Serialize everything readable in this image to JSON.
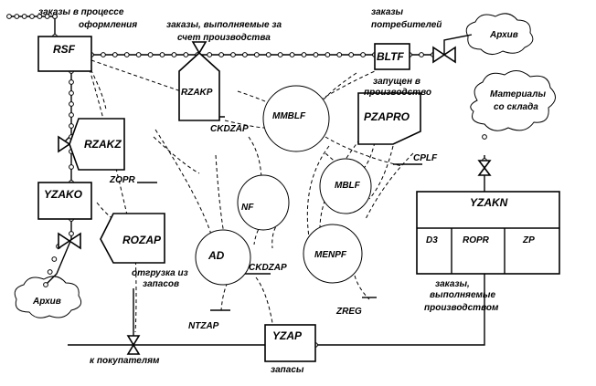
{
  "nodes": {
    "rsf": "RSF",
    "bltf": "BLTF",
    "rzakp": "RZAKP",
    "rzakz": "RZAKZ",
    "yzako": "YZAKO",
    "rozap": "ROZAP",
    "pzapro": "PZAPRO",
    "mmblf": "MMBLF",
    "mblf": "MBLF",
    "nf": "NF",
    "ad": "AD",
    "menpf": "MENPF",
    "yzakn": "YZAKN",
    "d3": "D3",
    "ropr": "ROPR",
    "zp": "ZP",
    "yzap": "YZAP"
  },
  "labels": {
    "orders_processing_1": "заказы в процессе",
    "orders_processing_2": "оформления",
    "orders_production_1": "заказы, выполняемые за",
    "orders_production_2": "счет производства",
    "consumer_orders_1": "заказы",
    "consumer_orders_2": "потребителей",
    "launched_1": "запущен в",
    "launched_2": "производство",
    "materials_1": "Материалы",
    "materials_2": "со склада",
    "archive_top": "Архив",
    "archive_bottom": "Архив",
    "shipment_1": "отгрузка из",
    "shipment_2": "запасов",
    "yzakn_caption_1": "заказы,",
    "yzakn_caption_2": "выполняемые",
    "yzakn_caption_3": "производством",
    "to_buyers": "к покупателям",
    "stock": "запасы",
    "ckdzap_top": "CKDZAP",
    "ckdzap_bottom": "CKDZAP",
    "zopr": "ZOPR",
    "cplf": "CPLF",
    "zreg": "ZREG",
    "ntzap": "NTZAP"
  }
}
